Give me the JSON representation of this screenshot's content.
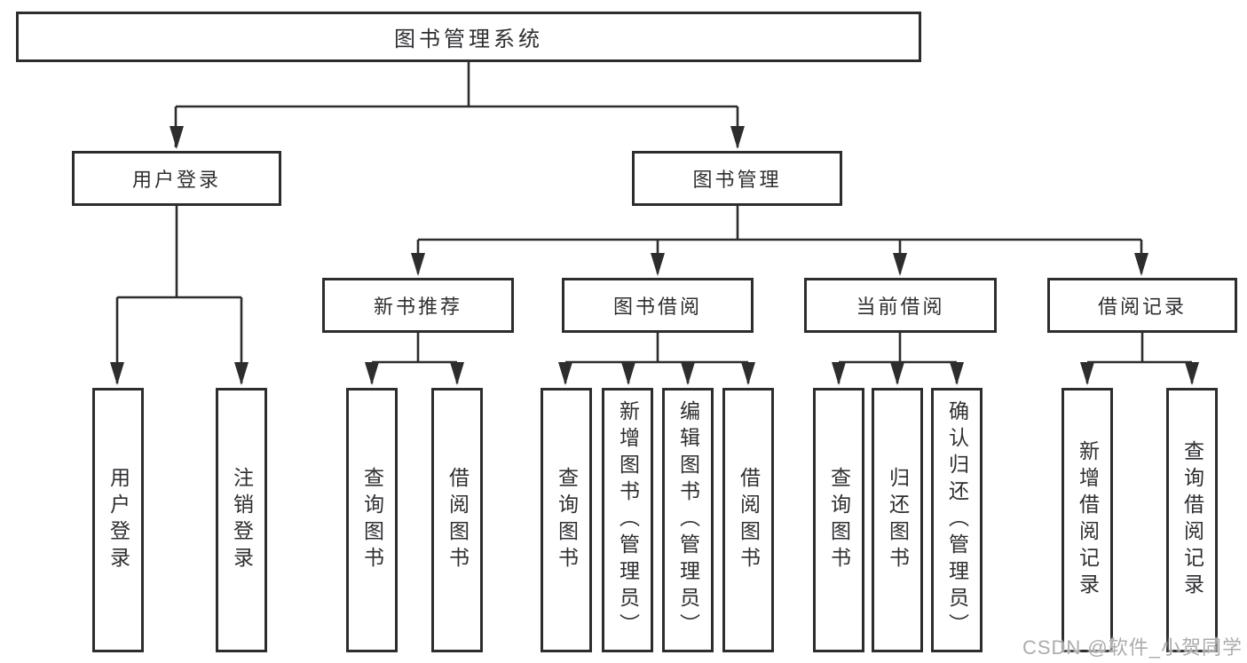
{
  "colors": {
    "line": "#2d2d30",
    "box_border": "#2d2d30",
    "text": "#2f2f33",
    "background": "#ffffff",
    "watermark": "#acacac"
  },
  "watermark": "CSDN @软件_小贺同学",
  "nodes": {
    "root": {
      "label": "图书管理系统"
    },
    "user_login": {
      "label": "用户登录"
    },
    "book_mgmt": {
      "label": "图书管理"
    },
    "new_book_rec": {
      "label": "新书推荐"
    },
    "book_borrow": {
      "label": "图书借阅"
    },
    "current_borrow": {
      "label": "当前借阅"
    },
    "borrow_records": {
      "label": "借阅记录"
    },
    "leaf_user_login": {
      "label": "用户登录"
    },
    "leaf_logout": {
      "label": "注销登录"
    },
    "leaf_query_book_1": {
      "label": "查询图书"
    },
    "leaf_borrow_book_1": {
      "label": "借阅图书"
    },
    "leaf_query_book_2": {
      "label": "查询图书"
    },
    "leaf_add_book": {
      "label": "新增图书（管理员）"
    },
    "leaf_edit_book": {
      "label": "编辑图书（管理员）"
    },
    "leaf_borrow_book_2": {
      "label": "借阅图书"
    },
    "leaf_query_book_3": {
      "label": "查询图书"
    },
    "leaf_return_book": {
      "label": "归还图书"
    },
    "leaf_confirm_return": {
      "label": "确认归还（管理员）"
    },
    "leaf_add_record": {
      "label": "新增借阅记录"
    },
    "leaf_query_record": {
      "label": "查询借阅记录"
    }
  },
  "hierarchy": {
    "图书管理系统": {
      "用户登录": [
        "用户登录",
        "注销登录"
      ],
      "图书管理": {
        "新书推荐": [
          "查询图书",
          "借阅图书"
        ],
        "图书借阅": [
          "查询图书",
          "新增图书（管理员）",
          "编辑图书（管理员）",
          "借阅图书"
        ],
        "当前借阅": [
          "查询图书",
          "归还图书",
          "确认归还（管理员）"
        ],
        "借阅记录": [
          "新增借阅记录",
          "查询借阅记录"
        ]
      }
    }
  }
}
